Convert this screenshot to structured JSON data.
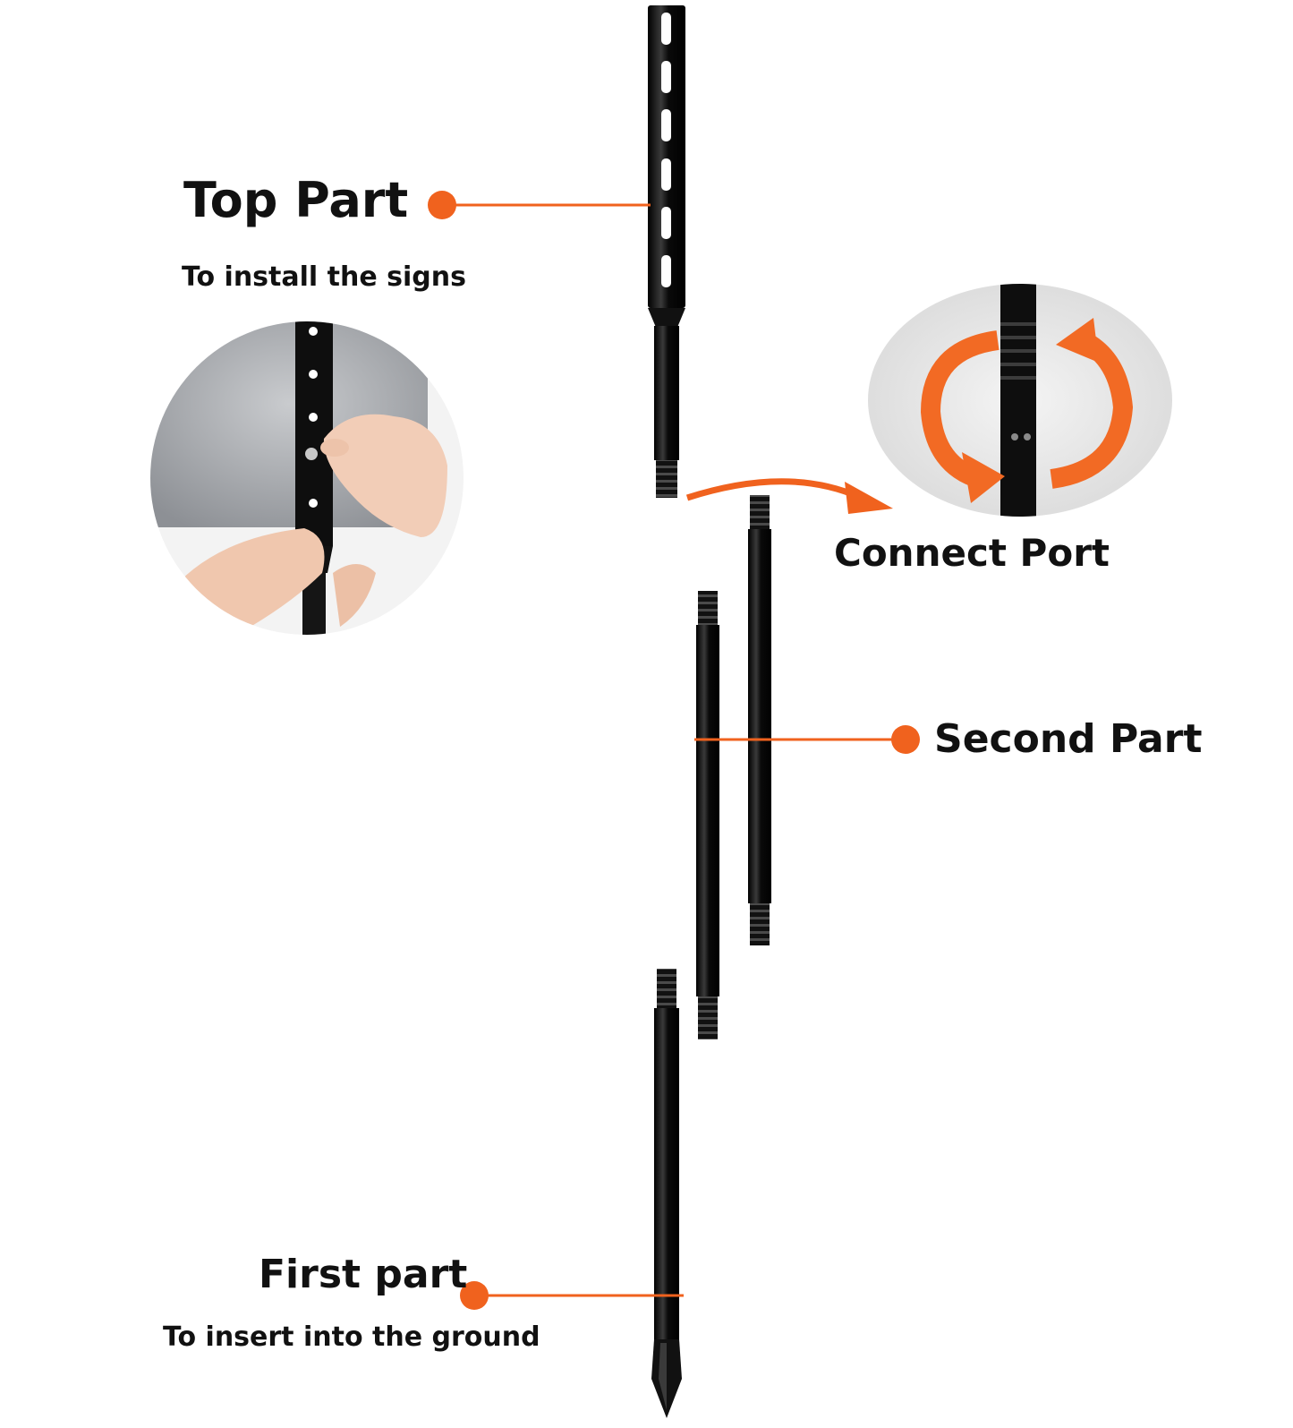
{
  "colors": {
    "accent": "#f0621e",
    "rod": "#0d0d0d",
    "text": "#111111",
    "background": "#ffffff"
  },
  "labels": {
    "top_part": "Top Part",
    "top_part_caption": "To install the signs",
    "connect_port": "Connect Port",
    "second_part": "Second Part",
    "first_part": "First part",
    "first_part_caption": "To insert into the ground"
  },
  "icons": {
    "rotation": "circular-arrows-icon"
  }
}
